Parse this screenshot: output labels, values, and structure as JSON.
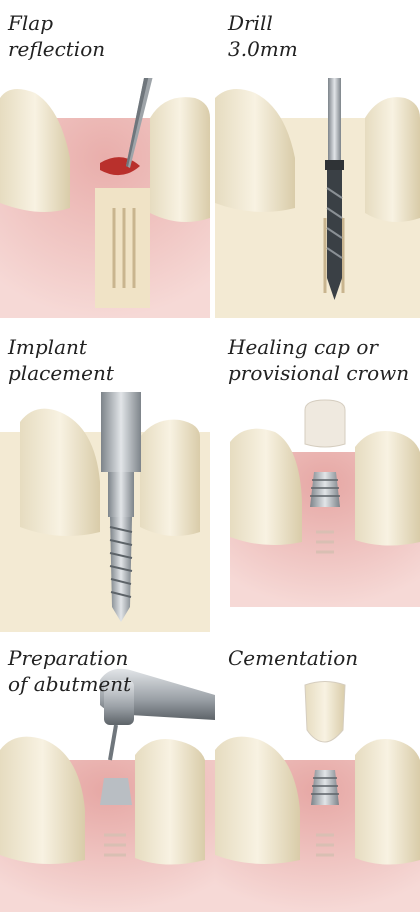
{
  "panels": [
    {
      "caption": "Flap\nreflection",
      "illustration": "scalpel-flap-reflection"
    },
    {
      "caption": "Drill\n3.0mm",
      "illustration": "drill-osteotomy"
    },
    {
      "caption": "Implant\nplacement",
      "illustration": "implant-driver"
    },
    {
      "caption": "Healing cap or\nprovisional crown",
      "illustration": "healing-cap"
    },
    {
      "caption": "Preparation\nof abutment",
      "illustration": "handpiece-abutment"
    },
    {
      "caption": "Cementation",
      "illustration": "crown-cementation"
    }
  ],
  "colors": {
    "gum": "#e6a7a4",
    "gum_dark": "#c97a78",
    "tooth": "#f4ecd6",
    "tooth_shadow": "#dccfb0",
    "bone": "#f0e3c6",
    "metal": "#b9bec3",
    "metal_dark": "#7d848a",
    "caption_text": "#222222"
  }
}
